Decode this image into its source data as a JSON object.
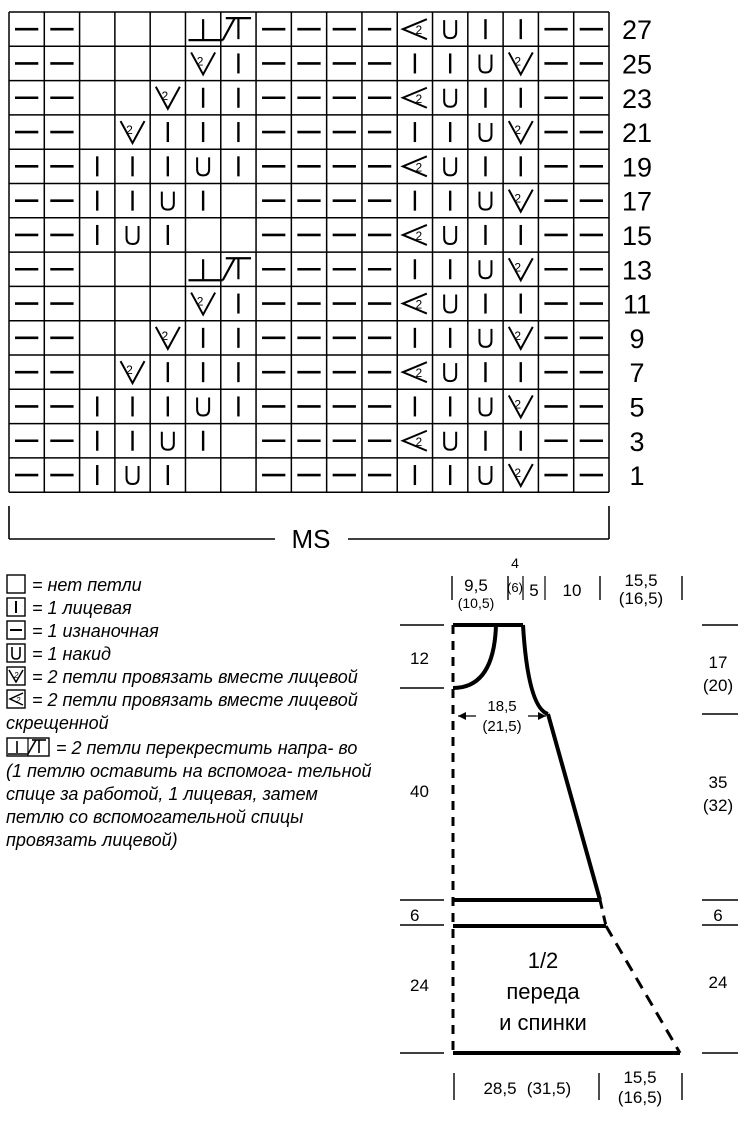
{
  "chart": {
    "row_labels": [
      "27",
      "25",
      "23",
      "21",
      "19",
      "17",
      "15",
      "13",
      "11",
      "9",
      "7",
      "5",
      "3",
      "1"
    ],
    "rows": [
      [
        "p",
        "p",
        "e",
        "e",
        "e",
        "c1",
        "c2",
        "p",
        "p",
        "p",
        "p",
        "s",
        "y",
        "k",
        "k",
        "p",
        "p"
      ],
      [
        "p",
        "p",
        "e",
        "e",
        "e",
        "l",
        "k",
        "p",
        "p",
        "p",
        "p",
        "k",
        "k",
        "y",
        "l",
        "p",
        "p"
      ],
      [
        "p",
        "p",
        "e",
        "e",
        "l",
        "k",
        "k",
        "p",
        "p",
        "p",
        "p",
        "s",
        "y",
        "k",
        "k",
        "p",
        "p"
      ],
      [
        "p",
        "p",
        "e",
        "l",
        "k",
        "k",
        "k",
        "p",
        "p",
        "p",
        "p",
        "k",
        "k",
        "y",
        "l",
        "p",
        "p"
      ],
      [
        "p",
        "p",
        "k",
        "k",
        "k",
        "y",
        "k",
        "p",
        "p",
        "p",
        "p",
        "s",
        "y",
        "k",
        "k",
        "p",
        "p"
      ],
      [
        "p",
        "p",
        "k",
        "k",
        "y",
        "k",
        "e",
        "p",
        "p",
        "p",
        "p",
        "k",
        "k",
        "y",
        "l",
        "p",
        "p"
      ],
      [
        "p",
        "p",
        "k",
        "y",
        "k",
        "e",
        "e",
        "p",
        "p",
        "p",
        "p",
        "s",
        "y",
        "k",
        "k",
        "p",
        "p"
      ],
      [
        "p",
        "p",
        "e",
        "e",
        "e",
        "c1",
        "c2",
        "p",
        "p",
        "p",
        "p",
        "k",
        "k",
        "y",
        "l",
        "p",
        "p"
      ],
      [
        "p",
        "p",
        "e",
        "e",
        "e",
        "l",
        "k",
        "p",
        "p",
        "p",
        "p",
        "s",
        "y",
        "k",
        "k",
        "p",
        "p"
      ],
      [
        "p",
        "p",
        "e",
        "e",
        "l",
        "k",
        "k",
        "p",
        "p",
        "p",
        "p",
        "k",
        "k",
        "y",
        "l",
        "p",
        "p"
      ],
      [
        "p",
        "p",
        "e",
        "l",
        "k",
        "k",
        "k",
        "p",
        "p",
        "p",
        "p",
        "s",
        "y",
        "k",
        "k",
        "p",
        "p"
      ],
      [
        "p",
        "p",
        "k",
        "k",
        "k",
        "y",
        "k",
        "p",
        "p",
        "p",
        "p",
        "k",
        "k",
        "y",
        "l",
        "p",
        "p"
      ],
      [
        "p",
        "p",
        "k",
        "k",
        "y",
        "k",
        "e",
        "p",
        "p",
        "p",
        "p",
        "s",
        "y",
        "k",
        "k",
        "p",
        "p"
      ],
      [
        "p",
        "p",
        "k",
        "y",
        "k",
        "e",
        "e",
        "p",
        "p",
        "p",
        "p",
        "k",
        "k",
        "y",
        "l",
        "p",
        "p"
      ]
    ],
    "ms_label": "MS"
  },
  "legend": [
    {
      "icon": "empty",
      "text": "= нет петли"
    },
    {
      "icon": "knit",
      "text": "= 1 лицевая"
    },
    {
      "icon": "purl",
      "text": "= 1 изнаночная"
    },
    {
      "icon": "yo",
      "text": "= 1 накид"
    },
    {
      "icon": "k2tog",
      "text": "= 2 петли провязать вместе лицевой"
    },
    {
      "icon": "k2tog-tbl",
      "text": "= 2 петли провязать вместе лицевой скрещенной"
    },
    {
      "icon": "cross",
      "text": "= 2 петли перекрестить напра- во (1 петлю оставить на вспомога- тельной спице за работой, 1 лицевая, затем петлю со вспомогательной спицы провязать лицевой)"
    }
  ],
  "schematic": {
    "top_dims": {
      "a": "9,5",
      "a_alt": "(10,5)",
      "b": "4",
      "b_alt": "(6)",
      "c": "5",
      "d": "10",
      "e": "15,5",
      "e_alt": "(16,5)"
    },
    "left_dims": [
      "12",
      "40",
      "6",
      "24"
    ],
    "right_dims": {
      "a": "17",
      "a_alt": "(20)",
      "b": "35",
      "b_alt": "(32)",
      "c": "6",
      "d": "24"
    },
    "armhole_dim": "18,5",
    "armhole_dim_alt": "(21,5)",
    "bottom_dims": {
      "a": "28,5",
      "a_alt": "(31,5)",
      "b": "15,5",
      "b_alt": "(16,5)"
    },
    "piece_label": [
      "1/2",
      "переда",
      "и спинки"
    ]
  }
}
